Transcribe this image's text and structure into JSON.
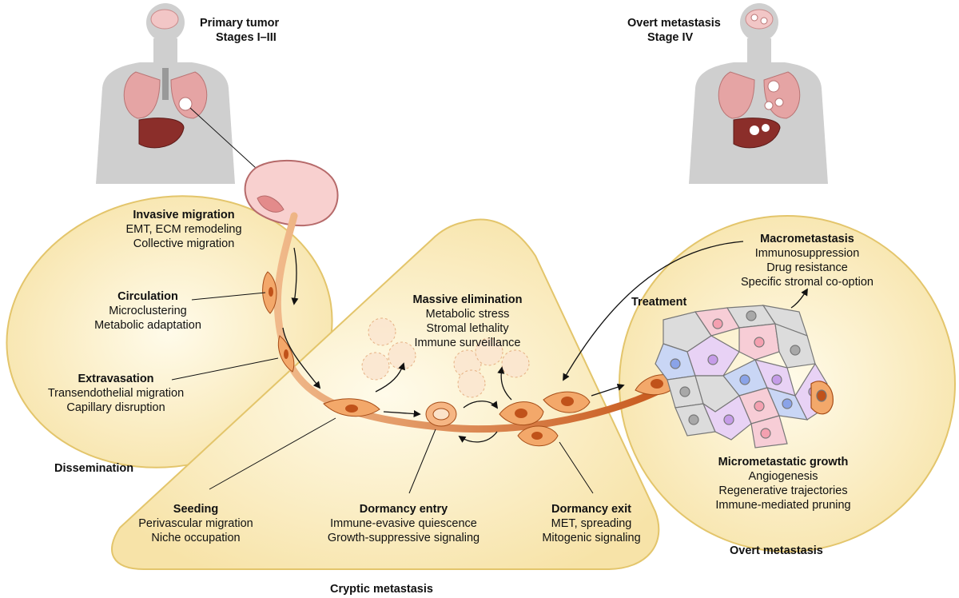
{
  "figure": {
    "primary_tumor": {
      "title": "Primary tumor",
      "stage": "Stages I–III"
    },
    "overt_metastasis_top": {
      "title": "Overt metastasis",
      "stage": "Stage IV"
    },
    "zones": {
      "dissemination": "Dissemination",
      "cryptic": "Cryptic metastasis",
      "overt": "Overt metastasis"
    },
    "steps": {
      "invasive": {
        "title": "Invasive migration",
        "lines": [
          "EMT, ECM remodeling",
          "Collective migration"
        ]
      },
      "circulation": {
        "title": "Circulation",
        "lines": [
          "Microclustering",
          "Metabolic adaptation"
        ]
      },
      "extravasation": {
        "title": "Extravasation",
        "lines": [
          "Transendothelial migration",
          "Capillary disruption"
        ]
      },
      "seeding": {
        "title": "Seeding",
        "lines": [
          "Perivascular migration",
          "Niche occupation"
        ]
      },
      "dormancy_entry": {
        "title": "Dormancy entry",
        "lines": [
          "Immune-evasive quiescence",
          "Growth-suppressive signaling"
        ]
      },
      "dormancy_exit": {
        "title": "Dormancy exit",
        "lines": [
          "MET, spreading",
          "Mitogenic signaling"
        ]
      },
      "elimination": {
        "title": "Massive elimination",
        "lines": [
          "Metabolic stress",
          "Stromal lethality",
          "Immune surveillance"
        ]
      },
      "macro": {
        "title": "Macrometastasis",
        "lines": [
          "Immunosuppression",
          "Drug resistance",
          "Specific stromal co-option"
        ]
      },
      "micro": {
        "title": "Micrometastatic growth",
        "lines": [
          "Angiogenesis",
          "Regenerative trajectories",
          "Immune-mediated pruning"
        ]
      }
    },
    "treatment": "Treatment"
  }
}
